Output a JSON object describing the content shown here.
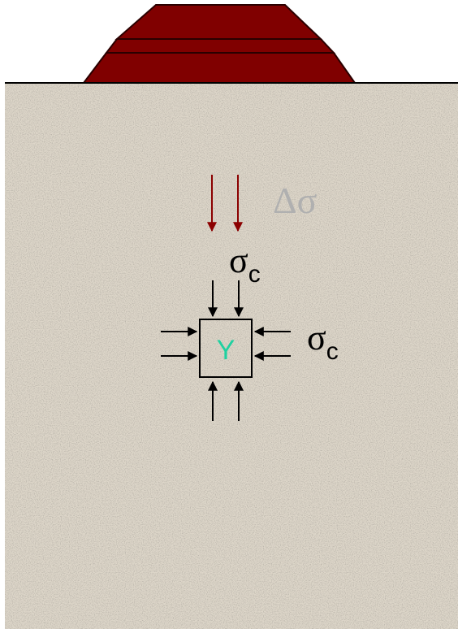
{
  "labels": {
    "delta_sigma": "Δσ",
    "sigma_vertical": {
      "symbol": "σ",
      "subscript": "c"
    },
    "sigma_horizontal": {
      "symbol": "σ",
      "subscript": "c"
    },
    "element": "Y"
  },
  "colors": {
    "embankment_fill": "#800000",
    "embankment_stroke": "#2a0000",
    "soil": "#ddd6c9",
    "ground_line": "#000000",
    "load_arrow": "#8b0000",
    "stress_arrow": "#000000",
    "delta_sigma_text": "#b0b0b0",
    "element_label": "#1fd1a0"
  }
}
